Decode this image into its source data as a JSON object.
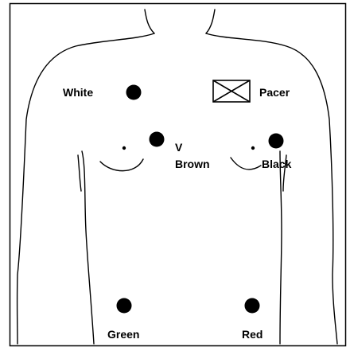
{
  "labels": {
    "white": "White",
    "pacer": "Pacer",
    "v": "V",
    "brown": "Brown",
    "black": "Black",
    "green": "Green",
    "red": "Red"
  },
  "colors": {
    "background": "#ffffff",
    "ink": "#000000"
  },
  "icons": {
    "pacer": "crossed-box-icon"
  }
}
